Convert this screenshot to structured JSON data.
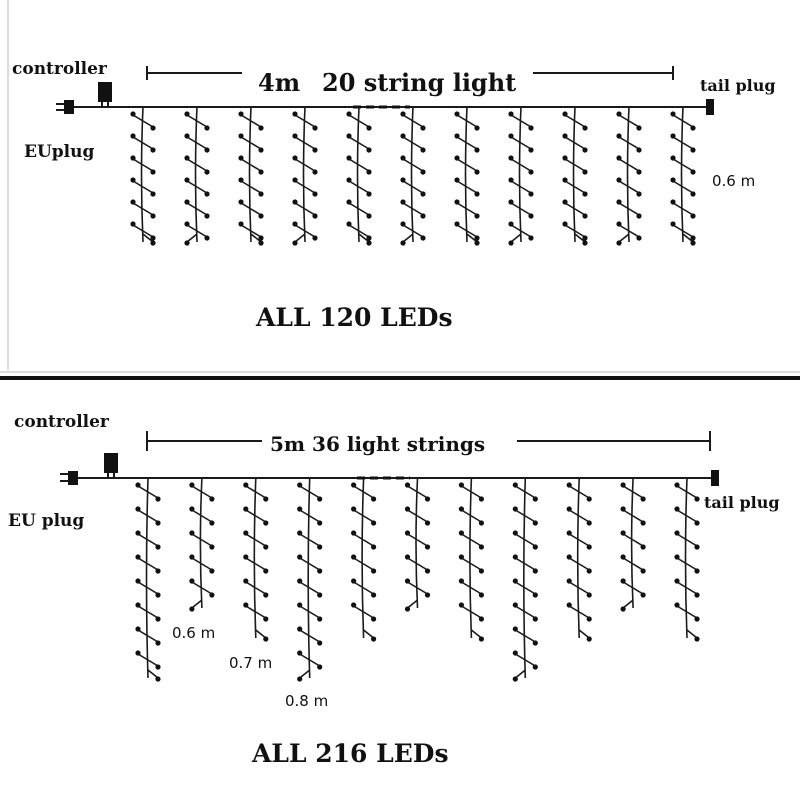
{
  "panels": [
    {
      "id": "top",
      "controller_label": "controller",
      "input_plug_label": "EUplug",
      "tail_plug_label": "tail plug",
      "length_label": "4m",
      "strings_label": "20 string light",
      "drop_label": "0.6 m",
      "total_label": "ALL 120 LEDs",
      "strings_shown": 11,
      "drop_lengths_m": [
        0.6
      ]
    },
    {
      "id": "bottom",
      "controller_label": "controller",
      "input_plug_label": "EU plug",
      "tail_plug_label": "tail plug",
      "length_label": "5m 36 light strings",
      "drop_labels": [
        "0.6 m",
        "0.7 m",
        "0.8 m"
      ],
      "total_label": "ALL 216 LEDs",
      "strings_shown": 11,
      "drop_lengths_m": [
        0.6,
        0.7,
        0.8
      ]
    }
  ]
}
